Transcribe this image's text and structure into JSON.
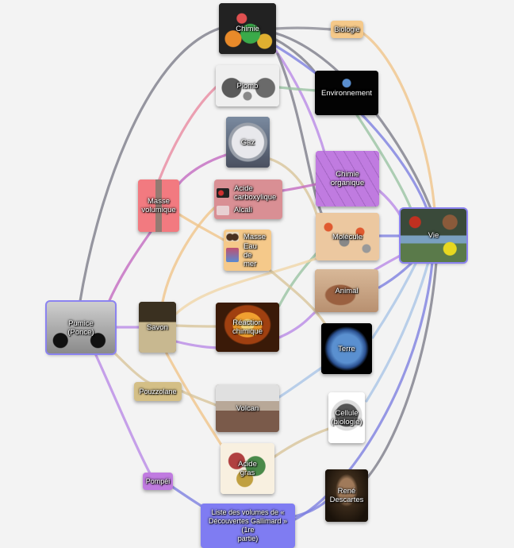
{
  "nodes": {
    "chimie": "Chimie",
    "biologie": "Biologie",
    "plomb": "Plomb",
    "environnement": "Environnement",
    "gaz": "Gaz",
    "chimie_organique": "Chimie\norganique",
    "masse_volumique": "Masse\nvolumique",
    "acide_carboxylique": "Acide\ncarboxylique",
    "alcali": "Alcali",
    "vie": "Vie",
    "molecule": "Molécule",
    "masse": "Masse",
    "eau_de_mer": "Eau de\nmer",
    "animal": "Animal",
    "pumice": "Pumice\n(Ponce)",
    "savon": "Savon",
    "reaction_chimique": "Réaction\nchimique",
    "terre": "Terre",
    "pouzzolane": "Pouzzolane",
    "volcan": "Volcan",
    "cellule": "Cellule\n(biologie)",
    "acide_gras": "Acide\ngras",
    "pompei": "Pompéi",
    "rene_descartes": "René\nDescartes",
    "liste_volumes": "Liste des volumes de «\nDécouvertes Gallimard »\n(1re\npartie)"
  },
  "colors": {
    "background": "#f3f3f3",
    "highlight": "#8b83f0",
    "pink_node": "#f27a80",
    "rose_node": "#d98f94",
    "peach_node": "#f5c98a",
    "tan_node": "#d4bf86",
    "violet_node": "#c07be0",
    "blue_node": "#7f7cf2",
    "edge_gray": "#7d7d8a",
    "edge_blue": "#7d7fe0",
    "edge_violet": "#b98ae6",
    "edge_pink": "#e88aa0",
    "edge_peach": "#f0c48a",
    "edge_tan": "#d8c49a",
    "edge_green": "#9ac3a2",
    "edge_lightblue": "#a9c4e6"
  }
}
